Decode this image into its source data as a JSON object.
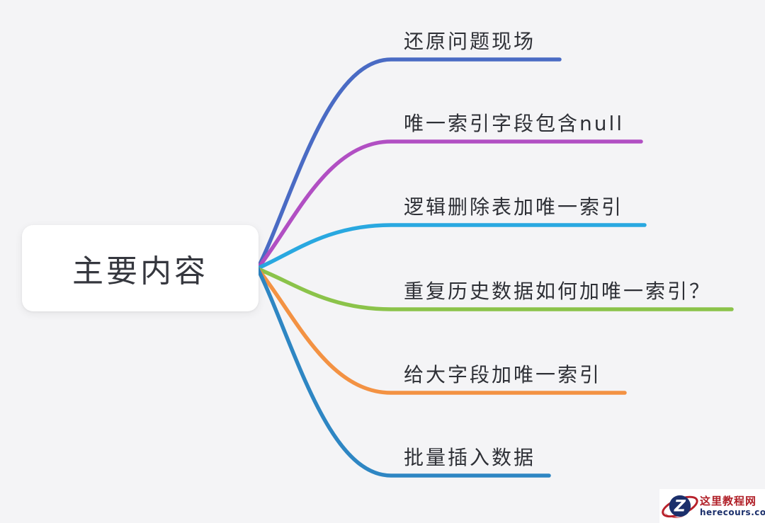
{
  "page": {
    "background_color": "#f4f4f6",
    "text_color": "#2e3036"
  },
  "root": {
    "label": "主要内容"
  },
  "branches": [
    {
      "label": "还原问题现场",
      "color": "#4a6bc4"
    },
    {
      "label": "唯一索引字段包含null",
      "color": "#b14fc3"
    },
    {
      "label": "逻辑删除表加唯一索引",
      "color": "#29a8e0"
    },
    {
      "label": "重复历史数据如何加唯一索引？",
      "color": "#8bc34a"
    },
    {
      "label": "给大字段加唯一索引",
      "color": "#f39243"
    },
    {
      "label": "批量插入数据",
      "color": "#2e86c3"
    }
  ],
  "watermark": {
    "site_name": "这里教程网",
    "site_url": "herecours.com",
    "logo_letter": "Z",
    "brand_red": "#b7202a",
    "brand_navy": "#1b2f6b"
  }
}
